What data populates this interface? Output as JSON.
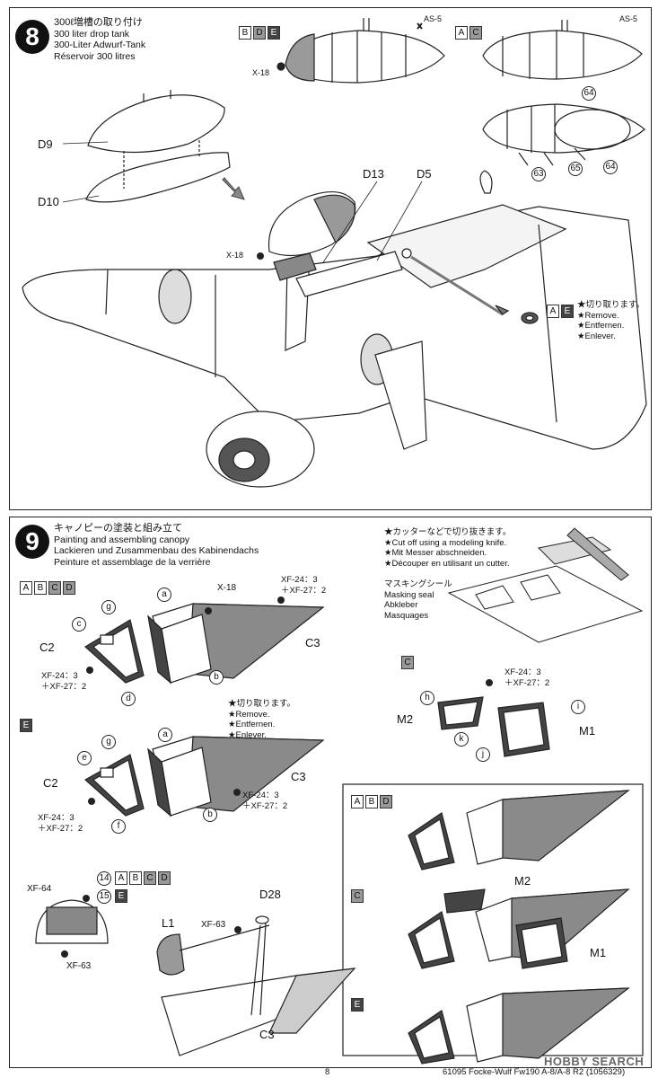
{
  "step8": {
    "number": "8",
    "title_jp": "300ℓ増槽の取り付け",
    "title_en": "300 liter drop tank",
    "title_de": "300-Liter Adwurf-Tank",
    "title_fr": "Réservoir 300 litres",
    "variant_boxes_1": [
      "B",
      "D",
      "E"
    ],
    "variant_boxes_2": [
      "A",
      "C"
    ],
    "variant_boxes_3": [
      "A",
      "E"
    ],
    "labels": {
      "d9": "D9",
      "d10": "D10",
      "d13": "D13",
      "d5": "D5",
      "x18_a": "X-18",
      "x18_b": "X-18",
      "as5_a": "AS-5",
      "as5_b": "AS-5"
    },
    "decals": [
      "64",
      "64",
      "63",
      "65"
    ],
    "remove_note": [
      "★切り取ります。",
      "★Remove.",
      "★Entfernen.",
      "★Enlever."
    ]
  },
  "step9": {
    "number": "9",
    "title_jp": "キャノピーの塗装と組み立て",
    "title_en": "Painting and assembling canopy",
    "title_de": "Lackieren und Zusammenbau des Kabinendachs",
    "title_fr": "Peinture et assemblage de la verrière",
    "cut_note": [
      "★カッターなどで切り抜きます。",
      "★Cut off using a modeling knife.",
      "★Mit Messer abschneiden.",
      "★Découper en utilisant un cutter."
    ],
    "masking": [
      "マスキングシール",
      "Masking seal",
      "Abkleber",
      "Masquages"
    ],
    "variants_top": [
      "A",
      "B",
      "C",
      "D"
    ],
    "variant_e": "E",
    "variant_c": "C",
    "variants_abd": [
      "A",
      "B",
      "D"
    ],
    "variants_14": [
      "A",
      "B",
      "C",
      "D"
    ],
    "paint_1": [
      "XF-24：3",
      "＋XF-27：2"
    ],
    "paint_2": [
      "XF-24：3",
      "＋XF-27：2"
    ],
    "paint_3": [
      "XF-24：3",
      "＋XF-27：2"
    ],
    "paint_4": [
      "XF-24：3",
      "＋XF-27：2"
    ],
    "paint_5": [
      "XF-24：3",
      "＋XF-27：2"
    ],
    "remove_note": [
      "★切り取ります。",
      "★Remove.",
      "★Entfernen.",
      "★Enlever."
    ],
    "labels": {
      "c2_a": "C2",
      "c2_b": "C2",
      "c3_a": "C3",
      "c3_b": "C3",
      "c3_c": "C3",
      "x18": "X-18",
      "m2_a": "M2",
      "m1_a": "M1",
      "m2_b": "M2",
      "m1_b": "M1",
      "l1": "L1",
      "d28": "D28",
      "xf64": "XF-64",
      "xf63_a": "XF-63",
      "xf63_b": "XF-63"
    },
    "letters": [
      "a",
      "b",
      "c",
      "d",
      "e",
      "f",
      "g",
      "h",
      "i",
      "j",
      "k"
    ],
    "decal_14": "14",
    "decal_15": "15"
  },
  "footer": {
    "text": "61095 Focke-Wulf Fw190 A-8/A-8 R2 (1056329)",
    "page": "8"
  },
  "watermark": "HOBBY SEARCH"
}
